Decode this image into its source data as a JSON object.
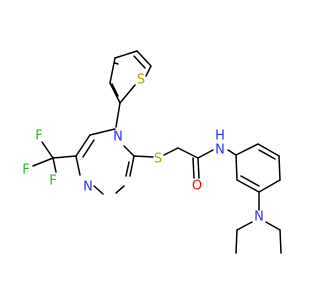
{
  "molecule": {
    "labels": {
      "S_thiophene": "S",
      "N_pyr_top": "N",
      "N_pyr_bottom": "N",
      "F1": "F",
      "F2": "F",
      "F3": "F",
      "S_linker": "S",
      "O": "O",
      "NH": "N",
      "H": "H",
      "N_amine": "N"
    },
    "colors": {
      "S": "#b8a200",
      "N": "#2b2bff",
      "O": "#ff0000",
      "F": "#2db52d",
      "bond": "#000000"
    }
  }
}
